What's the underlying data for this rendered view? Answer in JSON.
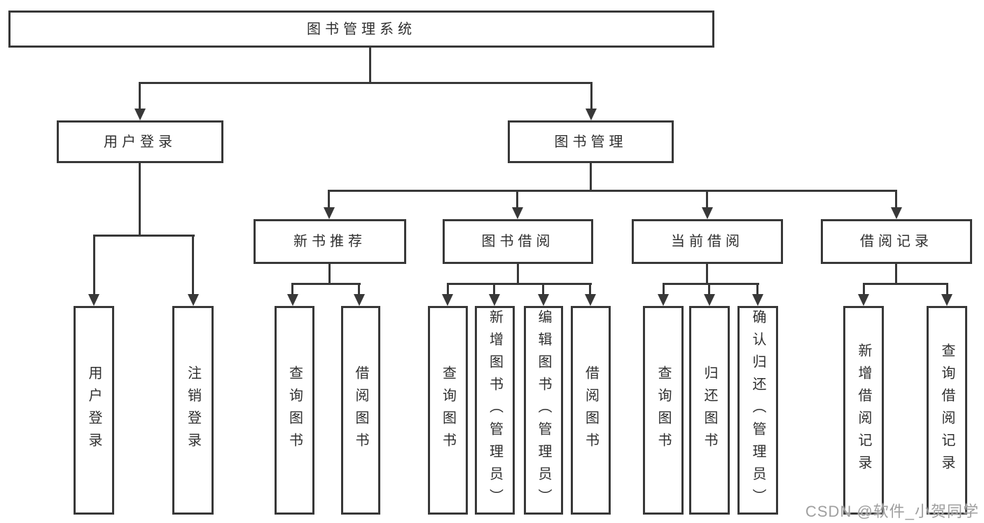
{
  "diagram": {
    "root": {
      "label": "图书管理系统"
    },
    "branches": [
      {
        "label": "用户登录",
        "children": [
          {
            "label": "用户登录"
          },
          {
            "label": "注销登录"
          }
        ]
      },
      {
        "label": "图书管理",
        "children": [
          {
            "label": "新书推荐",
            "children": [
              {
                "label": "查询图书"
              },
              {
                "label": "借阅图书"
              }
            ]
          },
          {
            "label": "图书借阅",
            "children": [
              {
                "label": "查询图书"
              },
              {
                "label": "新增图书（管理员）"
              },
              {
                "label": "编辑图书（管理员）"
              },
              {
                "label": "借阅图书"
              }
            ]
          },
          {
            "label": "当前借阅",
            "children": [
              {
                "label": "查询图书"
              },
              {
                "label": "归还图书"
              },
              {
                "label": "确认归还（管理员）"
              }
            ]
          },
          {
            "label": "借阅记录",
            "children": [
              {
                "label": "新增借阅记录"
              },
              {
                "label": "查询借阅记录"
              }
            ]
          }
        ]
      }
    ]
  },
  "watermark": {
    "text": "CSDN @软件_小贺同学"
  },
  "colors": {
    "line": "#383838",
    "text": "#2f2f2f",
    "box_fill": "#ffffff",
    "watermark": "#9f9f9f",
    "background": "#ffffff"
  }
}
